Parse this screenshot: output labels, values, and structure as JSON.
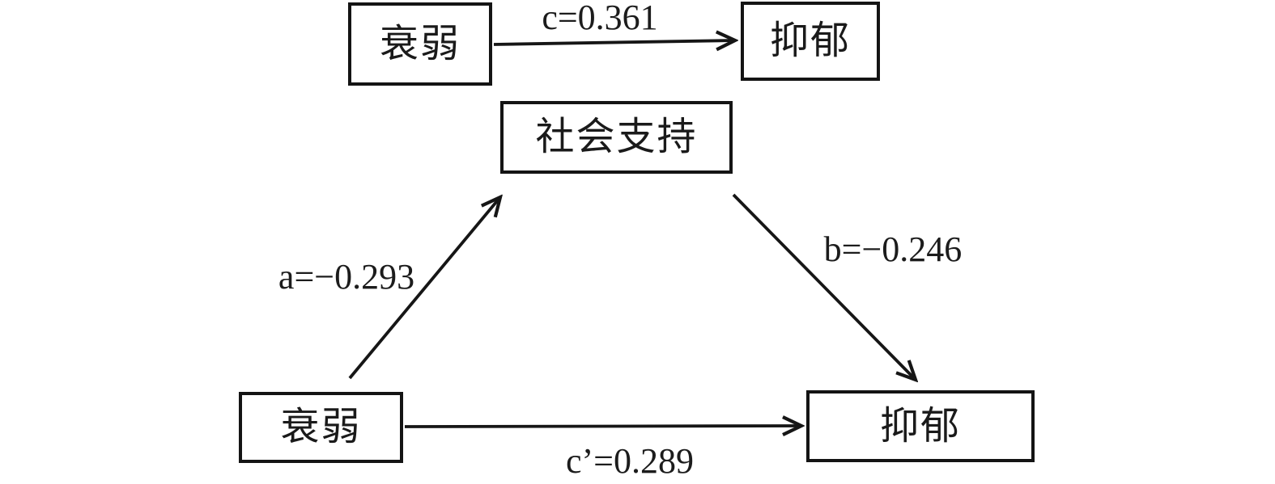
{
  "diagram": {
    "title": "mediation-path-model",
    "nodes": {
      "top_frailty": {
        "label": "衰弱"
      },
      "top_depression": {
        "label": "抑郁"
      },
      "mediator": {
        "label": "社会支持"
      },
      "bottom_frailty": {
        "label": "衰弱"
      },
      "bottom_depression": {
        "label": "抑郁"
      }
    },
    "paths": {
      "c": {
        "label": "c=0.361",
        "from": "衰弱",
        "to": "抑郁",
        "coefficient": 0.361
      },
      "a": {
        "label": "a=−0.293",
        "from": "衰弱",
        "to": "社会支持",
        "coefficient": -0.293
      },
      "b": {
        "label": "b=−0.246",
        "from": "社会支持",
        "to": "抑郁",
        "coefficient": -0.246
      },
      "c_prime": {
        "label": "c’=0.289",
        "from": "衰弱",
        "to": "抑郁",
        "coefficient": 0.289
      }
    },
    "colors": {
      "line": "#161616",
      "border": "#141414",
      "text": "#1a1a1a",
      "background": "#ffffff"
    }
  }
}
